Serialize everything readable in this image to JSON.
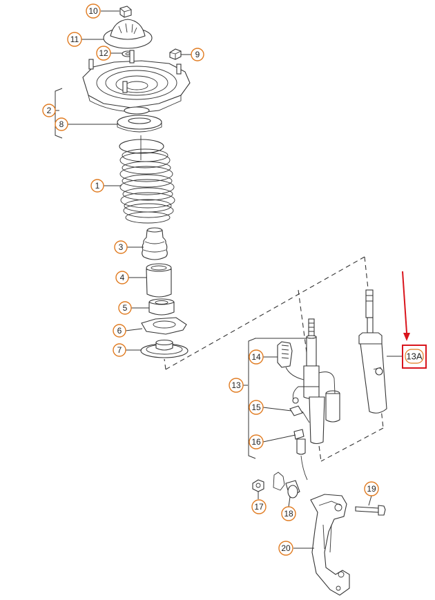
{
  "diagram": {
    "callouts": {
      "c1": "1",
      "c2": "2",
      "c3": "3",
      "c4": "4",
      "c5": "5",
      "c6": "6",
      "c7": "7",
      "c8": "8",
      "c9": "9",
      "c10": "10",
      "c11": "11",
      "c12": "12",
      "c13": "13",
      "c14": "14",
      "c15": "15",
      "c16": "16",
      "c17": "17",
      "c18": "18",
      "c19": "19",
      "c20": "20"
    },
    "highlight_label": "13A",
    "colors": {
      "callout_ring": "#e07a1f",
      "highlight": "#d9141c",
      "line": "#333333"
    }
  }
}
